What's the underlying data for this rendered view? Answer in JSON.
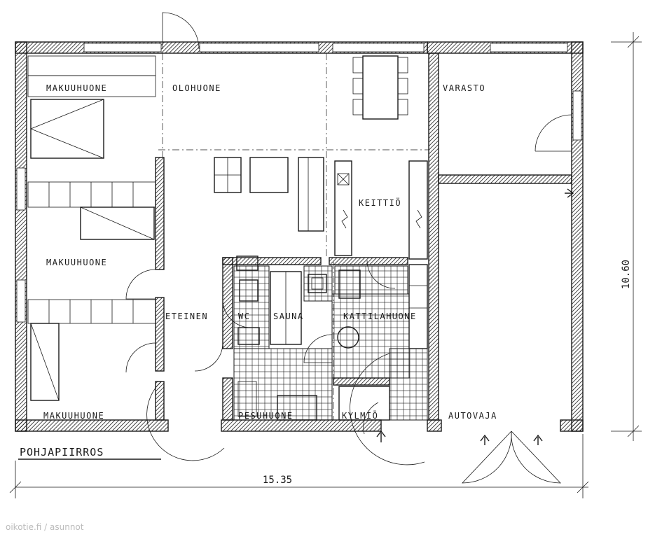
{
  "rooms": {
    "makuuhuone_1": "MAKUUHUONE",
    "olohuone": "OLOHUONE",
    "varasto": "VARASTO",
    "keittio": "KEITTIÖ",
    "makuuhuone_2": "MAKUUHUONE",
    "eteinen": "ETEINEN",
    "wc": "WC",
    "sauna": "SAUNA",
    "kattilahuone": "KATTILAHUONE",
    "makuuhuone_3": "MAKUUHUONE",
    "pesuhuone": "PESUHUONE",
    "kylmio": "KYLMIÖ",
    "autovaja": "AUTOVAJA"
  },
  "title": "POHJAPIIRROS",
  "dimensions": {
    "width": "15.35",
    "height": "10.60"
  },
  "watermark": "oikotie.fi / asunnot",
  "colors": {
    "ink": "#1a1a1a",
    "paper": "#ffffff",
    "watermark": "#bbbbbb"
  }
}
